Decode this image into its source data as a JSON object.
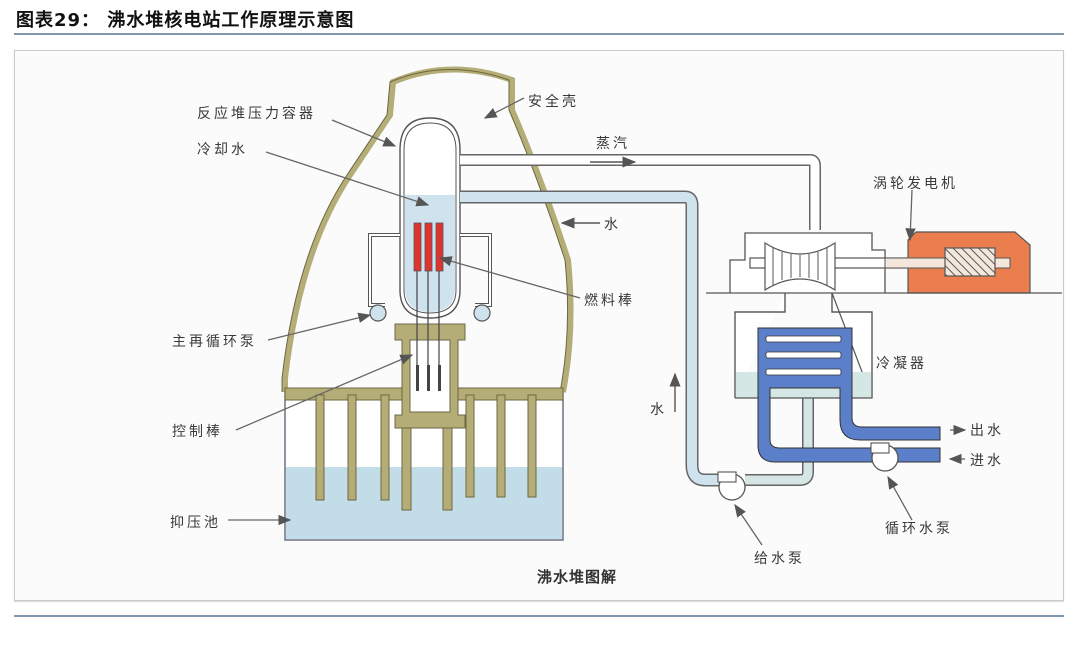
{
  "figure": {
    "title": "图表29： 沸水堆核电站工作原理示意图",
    "caption": "沸水堆图解"
  },
  "labels": {
    "pressure_vessel": "反应堆压力容器",
    "coolant": "冷却水",
    "containment": "安全壳",
    "steam": "蒸汽",
    "water_return": "水",
    "water_up": "水",
    "fuel_rods": "燃料棒",
    "recirc_pump": "主再循环泵",
    "control_rods": "控制棒",
    "suppression_pool": "抑压池",
    "turbine_generator": "涡轮发电机",
    "condenser": "冷凝器",
    "outlet_water": "出水",
    "inlet_water": "进水",
    "feed_pump": "给水泵",
    "circ_pump": "循环水泵"
  },
  "colors": {
    "containment": "#b5ad78",
    "coolant": "#cfe3ef",
    "fuel": "#e0332e",
    "generator": "#ea7e4f",
    "condenser_coil": "#5b7fc9",
    "condenser_tank": "#d4e7e4",
    "pool": "#c3dde8"
  }
}
